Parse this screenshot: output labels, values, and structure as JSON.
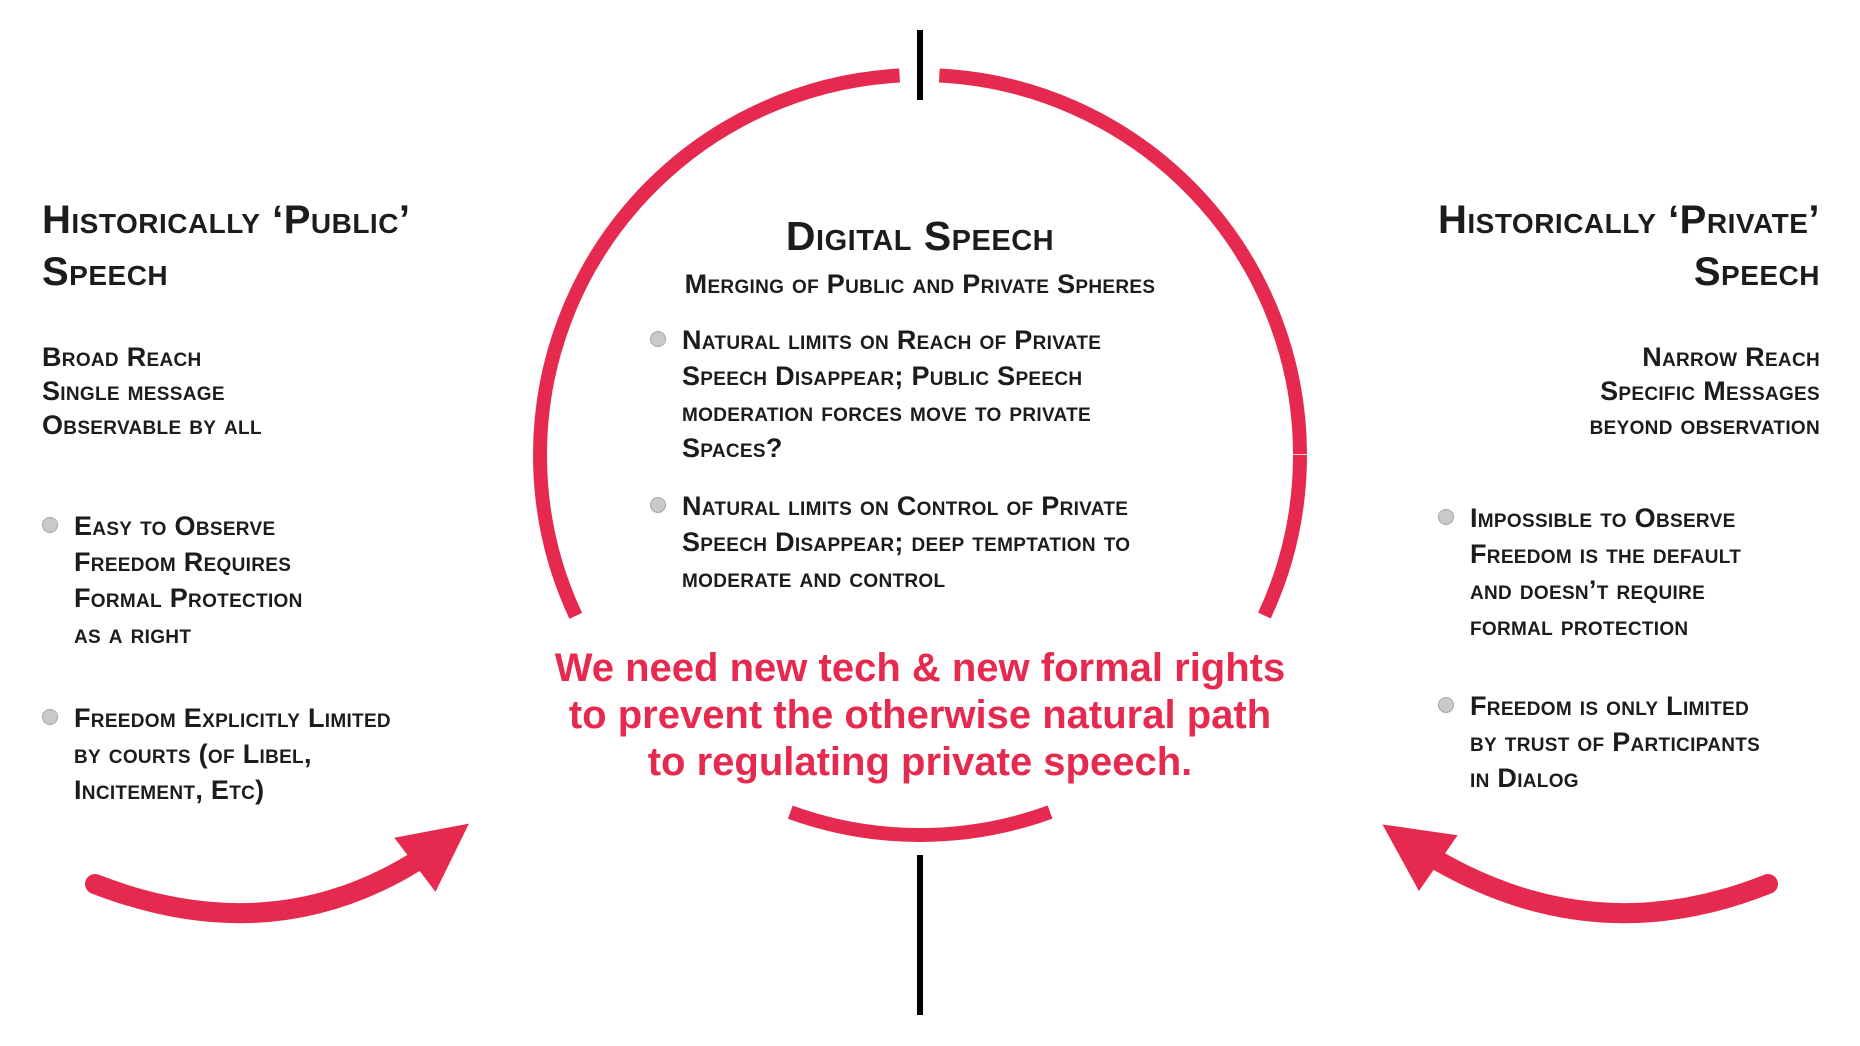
{
  "colors": {
    "accent": "#e62a4f",
    "text": "#1c1c1c",
    "bullet_fill": "#c9c9c9",
    "bullet_border": "#a6a6a6",
    "tick": "#000000"
  },
  "icons": {
    "bullet": "filled-gray-circle",
    "arrows": "curved-red-arrow-toward-center"
  },
  "left_column": {
    "title": "Historically ‘Public’\nSpeech",
    "summary": "Broad Reach\nSingle message\nObservable by all",
    "bullets": [
      {
        "text": "Easy to Observe\nFreedom Requires\nFormal Protection\nas a right"
      },
      {
        "text": "Freedom Explicitly Limited\nby courts (of Libel,\nIncitement, Etc)"
      }
    ]
  },
  "center": {
    "title": "Digital Speech",
    "subtitle": "Merging of Public and Private Spheres",
    "bullets": [
      {
        "text": "Natural limits on Reach of Private\nSpeech Disappear; Public Speech\nmoderation forces move to private\nSpaces?"
      },
      {
        "text": "Natural limits on Control of Private\nSpeech Disappear; deep temptation to\nmoderate and control"
      }
    ],
    "statement": "We need new tech & new formal rights\nto prevent the otherwise natural path\nto regulating private speech."
  },
  "right_column": {
    "title": "Historically ‘Private’\nSpeech",
    "summary": "Narrow Reach\nSpecific Messages\nbeyond observation",
    "bullets": [
      {
        "text": "Impossible to Observe\nFreedom is the default\nand doesn’t require\nformal protection"
      },
      {
        "text": "Freedom is only Limited\nby trust of Participants\nin Dialog"
      }
    ]
  }
}
